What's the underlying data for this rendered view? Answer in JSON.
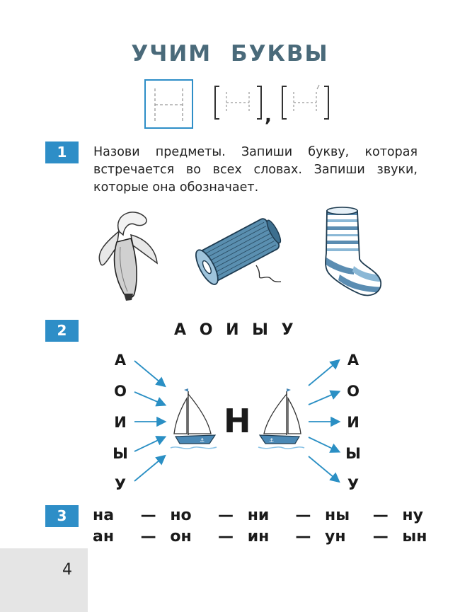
{
  "header": {
    "title_word1": "УЧИМ",
    "title_word2": "БУКВЫ"
  },
  "scheme": {
    "separator": ","
  },
  "task1": {
    "number": "1",
    "text": "Назови предметы. Запиши букву, которая встречается во всех словах. Запиши звуки, которые она обозначает.",
    "pictures": [
      "banana-icon",
      "thread-spool-icon",
      "sock-icon"
    ]
  },
  "task2": {
    "number": "2",
    "vowels_top": [
      "А",
      "О",
      "И",
      "Ы",
      "У"
    ],
    "left_letters": [
      "А",
      "О",
      "И",
      "Ы",
      "У"
    ],
    "right_letters": [
      "А",
      "О",
      "И",
      "Ы",
      "У"
    ],
    "center_letter": "Н"
  },
  "task3": {
    "number": "3",
    "row1": [
      "на",
      "но",
      "ни",
      "ны",
      "ну"
    ],
    "row2": [
      "ан",
      "он",
      "ин",
      "ун",
      "ын"
    ],
    "dash": "—"
  },
  "footer": {
    "page_number": "4"
  },
  "colors": {
    "accent": "#2e8ec7",
    "title": "#4a6a7a",
    "arrow": "#2a8fc4"
  }
}
